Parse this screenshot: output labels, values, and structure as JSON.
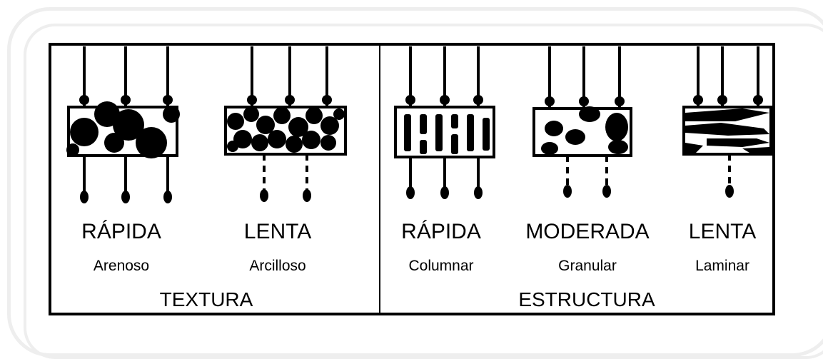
{
  "colors": {
    "ink": "#000000",
    "paper": "#ffffff",
    "frame": "#eeeeee"
  },
  "diagram": {
    "sections": [
      {
        "title": "TEXTURA",
        "items": [
          {
            "rate": "RÁPIDA",
            "type": "Arenoso",
            "drainage": "solid"
          },
          {
            "rate": "LENTA",
            "type": "Arcilloso",
            "drainage": "dashed"
          }
        ]
      },
      {
        "title": "ESTRUCTURA",
        "items": [
          {
            "rate": "RÁPIDA",
            "type": "Columnar",
            "drainage": "solid"
          },
          {
            "rate": "MODERADA",
            "type": "Granular",
            "drainage": "dashed"
          },
          {
            "rate": "LENTA",
            "type": "Laminar",
            "drainage": "dashed"
          }
        ]
      }
    ]
  }
}
